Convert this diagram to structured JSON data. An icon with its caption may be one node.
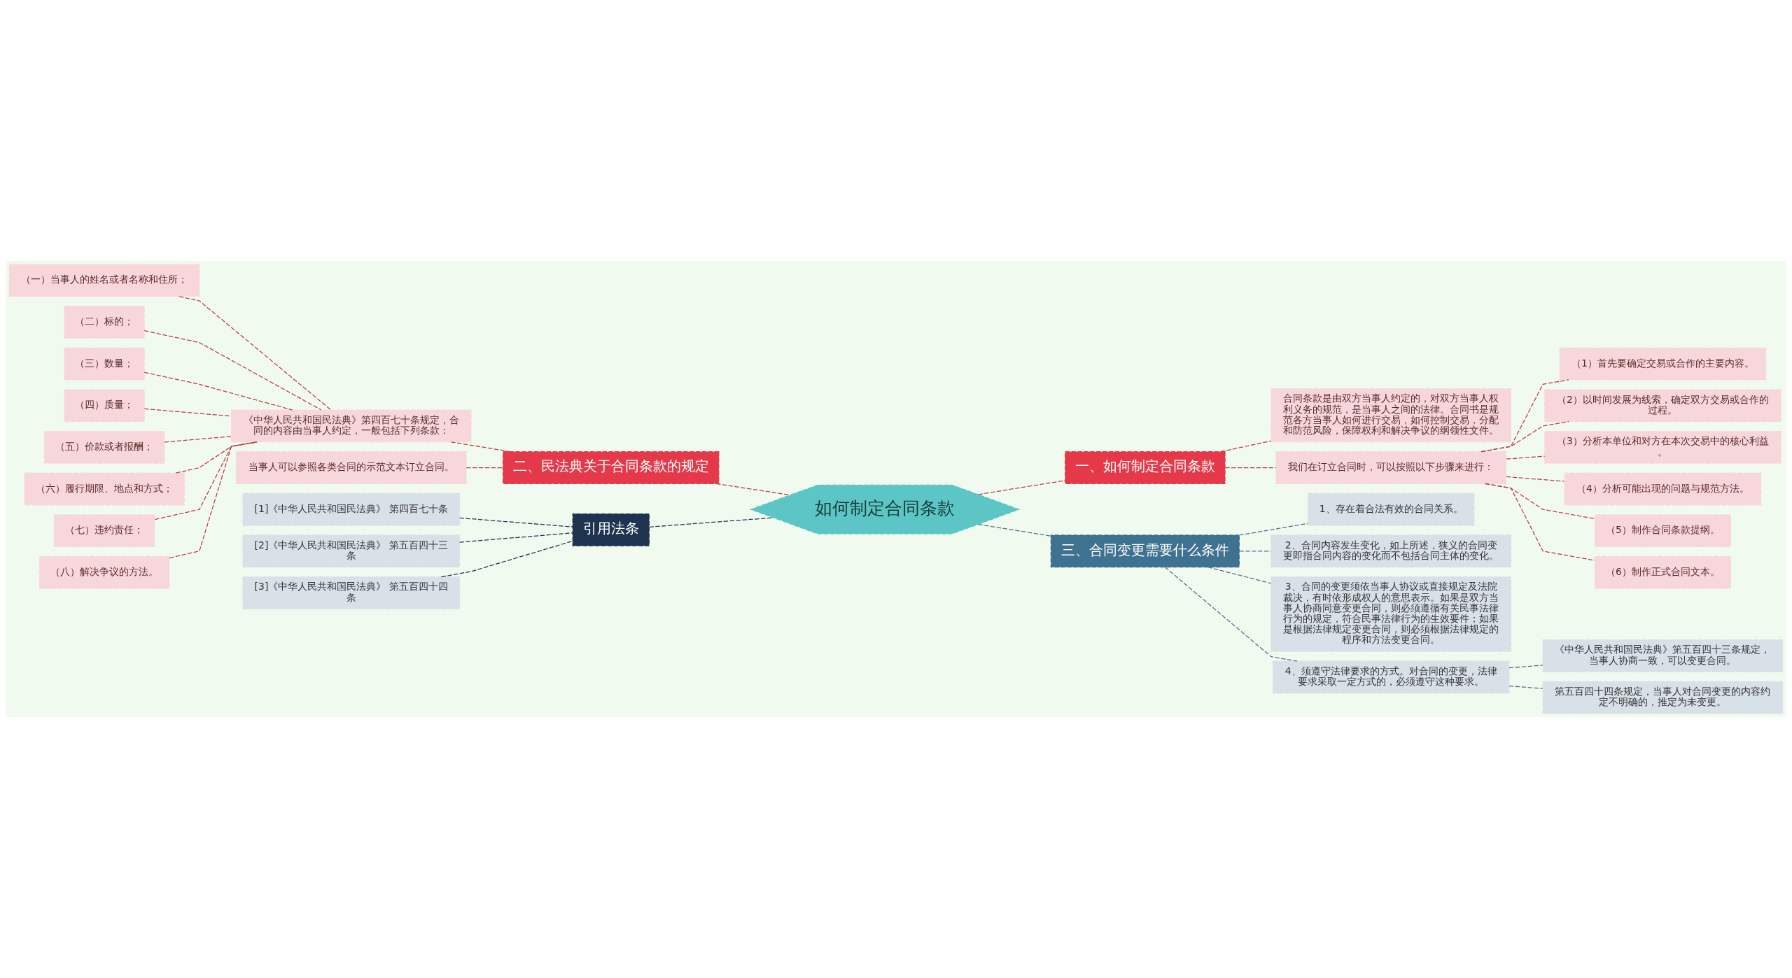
{
  "diagram": {
    "nodes": [
      {
        "text": [
          "如何制定合同条款"
        ]
      },
      {
        "text": [
          "一、如何制定合同条款"
        ]
      },
      {
        "text": [
          "合同条款是由双方当事人约定的，对双方当事人权利义务的规范，是当事人之间的法律。合同书是规范各方当事人如何进行交易，如何控制交易，分配和防范风险，保障权利和解决争议的纲领性文件。"
        ]
      },
      {
        "text": [
          "我们在订立合同时，可以按照以下步骤来进行："
        ]
      },
      {
        "text": [
          "（1）首先要确定交易或合作的主要内容。"
        ]
      },
      {
        "text": [
          "（2）以时间发展为线索，确定双方交易或合作的过程。"
        ]
      },
      {
        "text": [
          "（3）分析本单位和对方在本次交易中的核心利益。"
        ]
      },
      {
        "text": [
          "（4）分析可能出现的问题与规范方法。"
        ]
      },
      {
        "text": [
          "（5）制作合同条款提纲。"
        ]
      },
      {
        "text": [
          "（6）制作正式合同文本。"
        ]
      },
      {
        "text": [
          "三、合同变更需要什么条件"
        ]
      },
      {
        "text": [
          "1、存在着合法有效的合同关系。"
        ]
      },
      {
        "text": [
          "2、合同内容发生变化，如上所述，狭义的合同变更即指合同内容的变化而不包括合同主体的变化。"
        ]
      },
      {
        "text": [
          "3、合同的变更须依当事人协议或直接规定及法院裁决，有时依形成权人的意思表示。如果是双方当事人协商同意变更合同，则必须遵循有关民事法律行为的规定，符合民事法律行为的生效要件；如果是根据法律规定变更合同，则必须根据法律规定的程序和方法变更合同。"
        ]
      },
      {
        "text": [
          "4、须遵守法律要求的方式。对合同的变更，法律要求采取一定方式的，必须遵守这种要求。"
        ]
      },
      {
        "text": [
          "《中华人民共和国民法典》第五百四十三条规定，当事人协商一致，可以变更合同。"
        ]
      },
      {
        "text": [
          "第五百四十四条规定，当事人对合同变更的内容约定不明确的，推定为未变更。"
        ]
      },
      {
        "text": [
          "二、民法典关于合同条款的规定"
        ]
      },
      {
        "text": [
          "《中华人民共和国民法典》第四百七十条规定，合同的内容由当事人约定，一般包括下列条款："
        ]
      },
      {
        "text": [
          "（一）当事人的姓名或者名称和住所；"
        ]
      },
      {
        "text": [
          "（二）标的；"
        ]
      },
      {
        "text": [
          "（三）数量；"
        ]
      },
      {
        "text": [
          "（四）质量；"
        ]
      },
      {
        "text": [
          "（五）价款或者报酬；"
        ]
      },
      {
        "text": [
          "（六）履行期限、地点和方式；"
        ]
      },
      {
        "text": [
          "（七）违约责任；"
        ]
      },
      {
        "text": [
          "（八）解决争议的方法。"
        ]
      },
      {
        "text": [
          "当事人可以参照各类合同的示范文本订立合同。"
        ]
      },
      {
        "text": [
          "引用法条"
        ]
      },
      {
        "text": [
          "[1]《中华人民共和国民法典》 第四百七十条"
        ]
      },
      {
        "text": [
          "[2]《中华人民共和国民法典》 第五百四十三条"
        ]
      },
      {
        "text": [
          "[3]《中华人民共和国民法典》 第五百四十四条"
        ]
      }
    ],
    "edges": [
      {
        "from": 0,
        "to": 1,
        "arrow": "none"
      },
      {
        "from": 1,
        "to": 2,
        "arrow": "none"
      },
      {
        "from": 1,
        "to": 3,
        "arrow": "none"
      },
      {
        "from": 3,
        "to": 4,
        "arrow": "none"
      },
      {
        "from": 3,
        "to": 5,
        "arrow": "none"
      },
      {
        "from": 3,
        "to": 6,
        "arrow": "none"
      },
      {
        "from": 3,
        "to": 7,
        "arrow": "none"
      },
      {
        "from": 3,
        "to": 8,
        "arrow": "none"
      },
      {
        "from": 3,
        "to": 9,
        "arrow": "none"
      },
      {
        "from": 0,
        "to": 10,
        "arrow": "none",
        "color": "#4f6f8f"
      },
      {
        "from": 10,
        "to": 11,
        "arrow": "none",
        "color": "#4f6f8f"
      },
      {
        "from": 10,
        "to": 12,
        "arrow": "none",
        "color": "#4f6f8f"
      },
      {
        "from": 10,
        "to": 13,
        "arrow": "none",
        "color": "#4f6f8f"
      },
      {
        "from": 10,
        "to": 14,
        "arrow": "none",
        "color": "#4f6f8f"
      },
      {
        "from": 14,
        "to": 15,
        "arrow": "none",
        "color": "#4f6f8f"
      },
      {
        "from": 14,
        "to": 16,
        "arrow": "none",
        "color": "#4f6f8f"
      },
      {
        "from": 0,
        "to": 17,
        "arrow": "none"
      },
      {
        "from": 17,
        "to": 18,
        "arrow": "none"
      },
      {
        "from": 18,
        "to": 19,
        "arrow": "none"
      },
      {
        "from": 18,
        "to": 20,
        "arrow": "none"
      },
      {
        "from": 18,
        "to": 21,
        "arrow": "none"
      },
      {
        "from": 18,
        "to": 22,
        "arrow": "none"
      },
      {
        "from": 18,
        "to": 23,
        "arrow": "none"
      },
      {
        "from": 18,
        "to": 24,
        "arrow": "none"
      },
      {
        "from": 18,
        "to": 25,
        "arrow": "none"
      },
      {
        "from": 18,
        "to": 26,
        "arrow": "none"
      },
      {
        "from": 17,
        "to": 27,
        "arrow": "none"
      },
      {
        "from": 0,
        "to": 28,
        "arrow": "none",
        "color": "#1f3350"
      },
      {
        "from": 28,
        "to": 29,
        "arrow": "none",
        "color": "#1f3350"
      },
      {
        "from": 28,
        "to": 30,
        "arrow": "none",
        "color": "#1f3350"
      },
      {
        "from": 28,
        "to": 31,
        "arrow": "none",
        "color": "#1f3350"
      }
    ]
  }
}
